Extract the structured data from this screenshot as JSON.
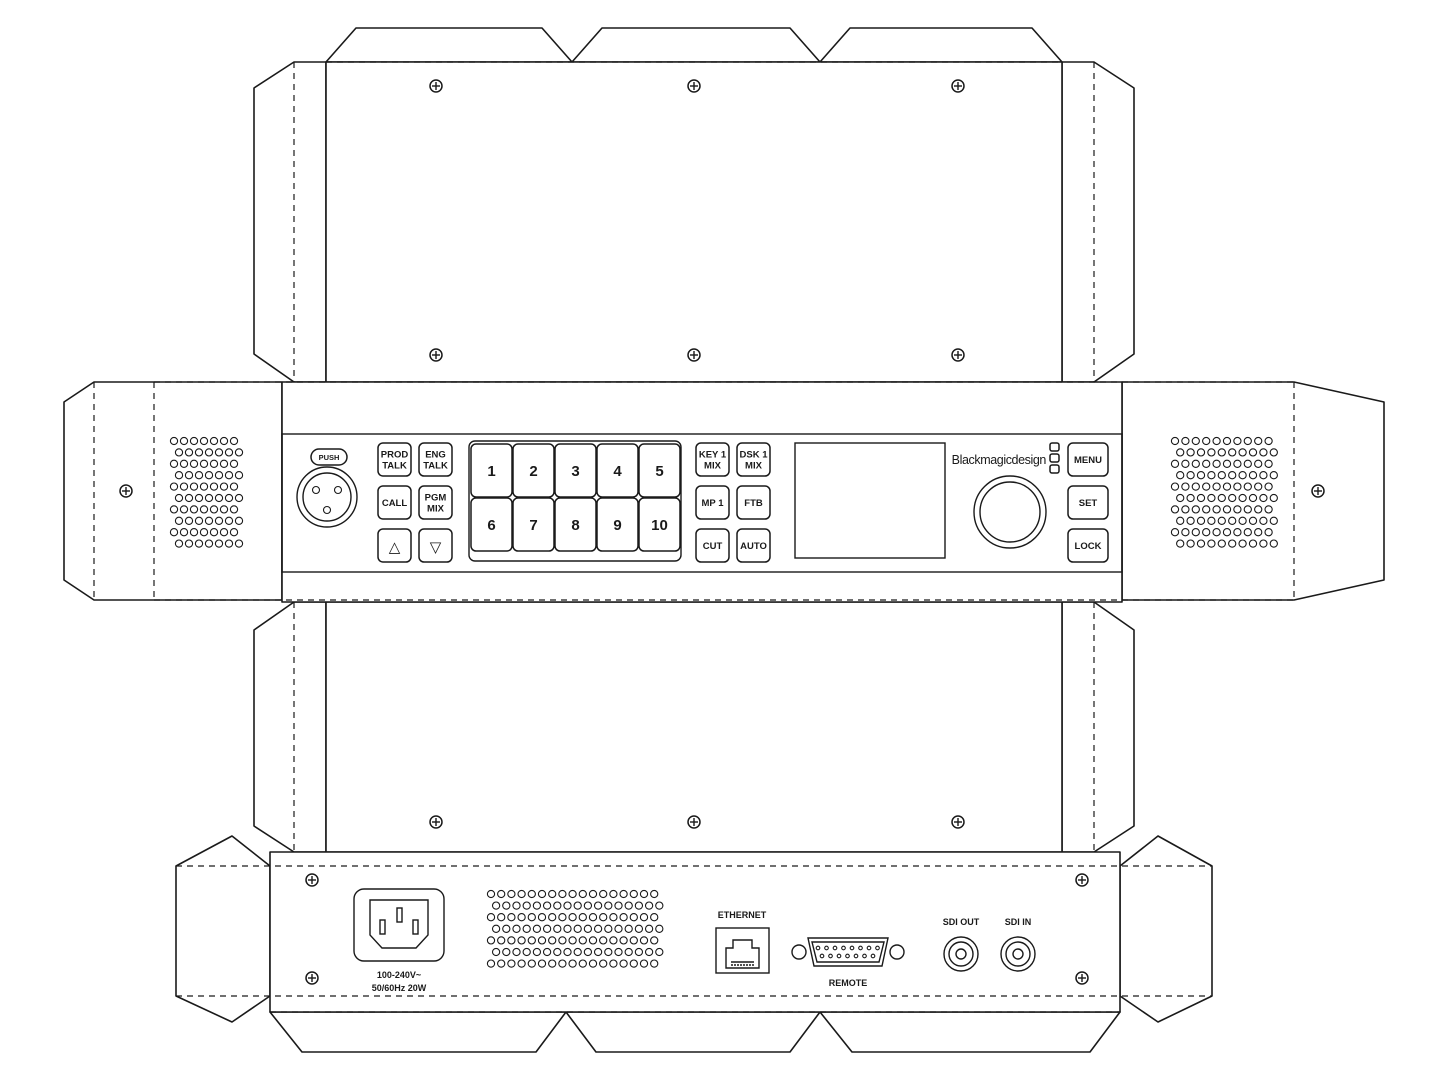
{
  "front_panel": {
    "xlr_push_label": "PUSH",
    "talk_buttons": [
      {
        "line1": "PROD",
        "line2": "TALK"
      },
      {
        "line1": "ENG",
        "line2": "TALK"
      },
      {
        "line1": "CALL",
        "line2": ""
      },
      {
        "line1": "PGM",
        "line2": "MIX"
      }
    ],
    "arrow_buttons": [
      "△",
      "▽"
    ],
    "number_keys": [
      "1",
      "2",
      "3",
      "4",
      "5",
      "6",
      "7",
      "8",
      "9",
      "10"
    ],
    "mix_buttons": [
      {
        "line1": "KEY 1",
        "line2": "MIX"
      },
      {
        "line1": "DSK 1",
        "line2": "MIX"
      },
      {
        "line1": "MP 1",
        "line2": ""
      },
      {
        "line1": "FTB",
        "line2": ""
      },
      {
        "line1": "CUT",
        "line2": ""
      },
      {
        "line1": "AUTO",
        "line2": ""
      }
    ],
    "brand": "Blackmagicdesign",
    "menu_buttons": [
      "MENU",
      "SET",
      "LOCK"
    ]
  },
  "rear_panel": {
    "power_label_line1": "100-240V~",
    "power_label_line2": "50/60Hz 20W",
    "ethernet_label": "ETHERNET",
    "remote_label": "REMOTE",
    "sdi_out_label": "SDI OUT",
    "sdi_in_label": "SDI IN"
  }
}
